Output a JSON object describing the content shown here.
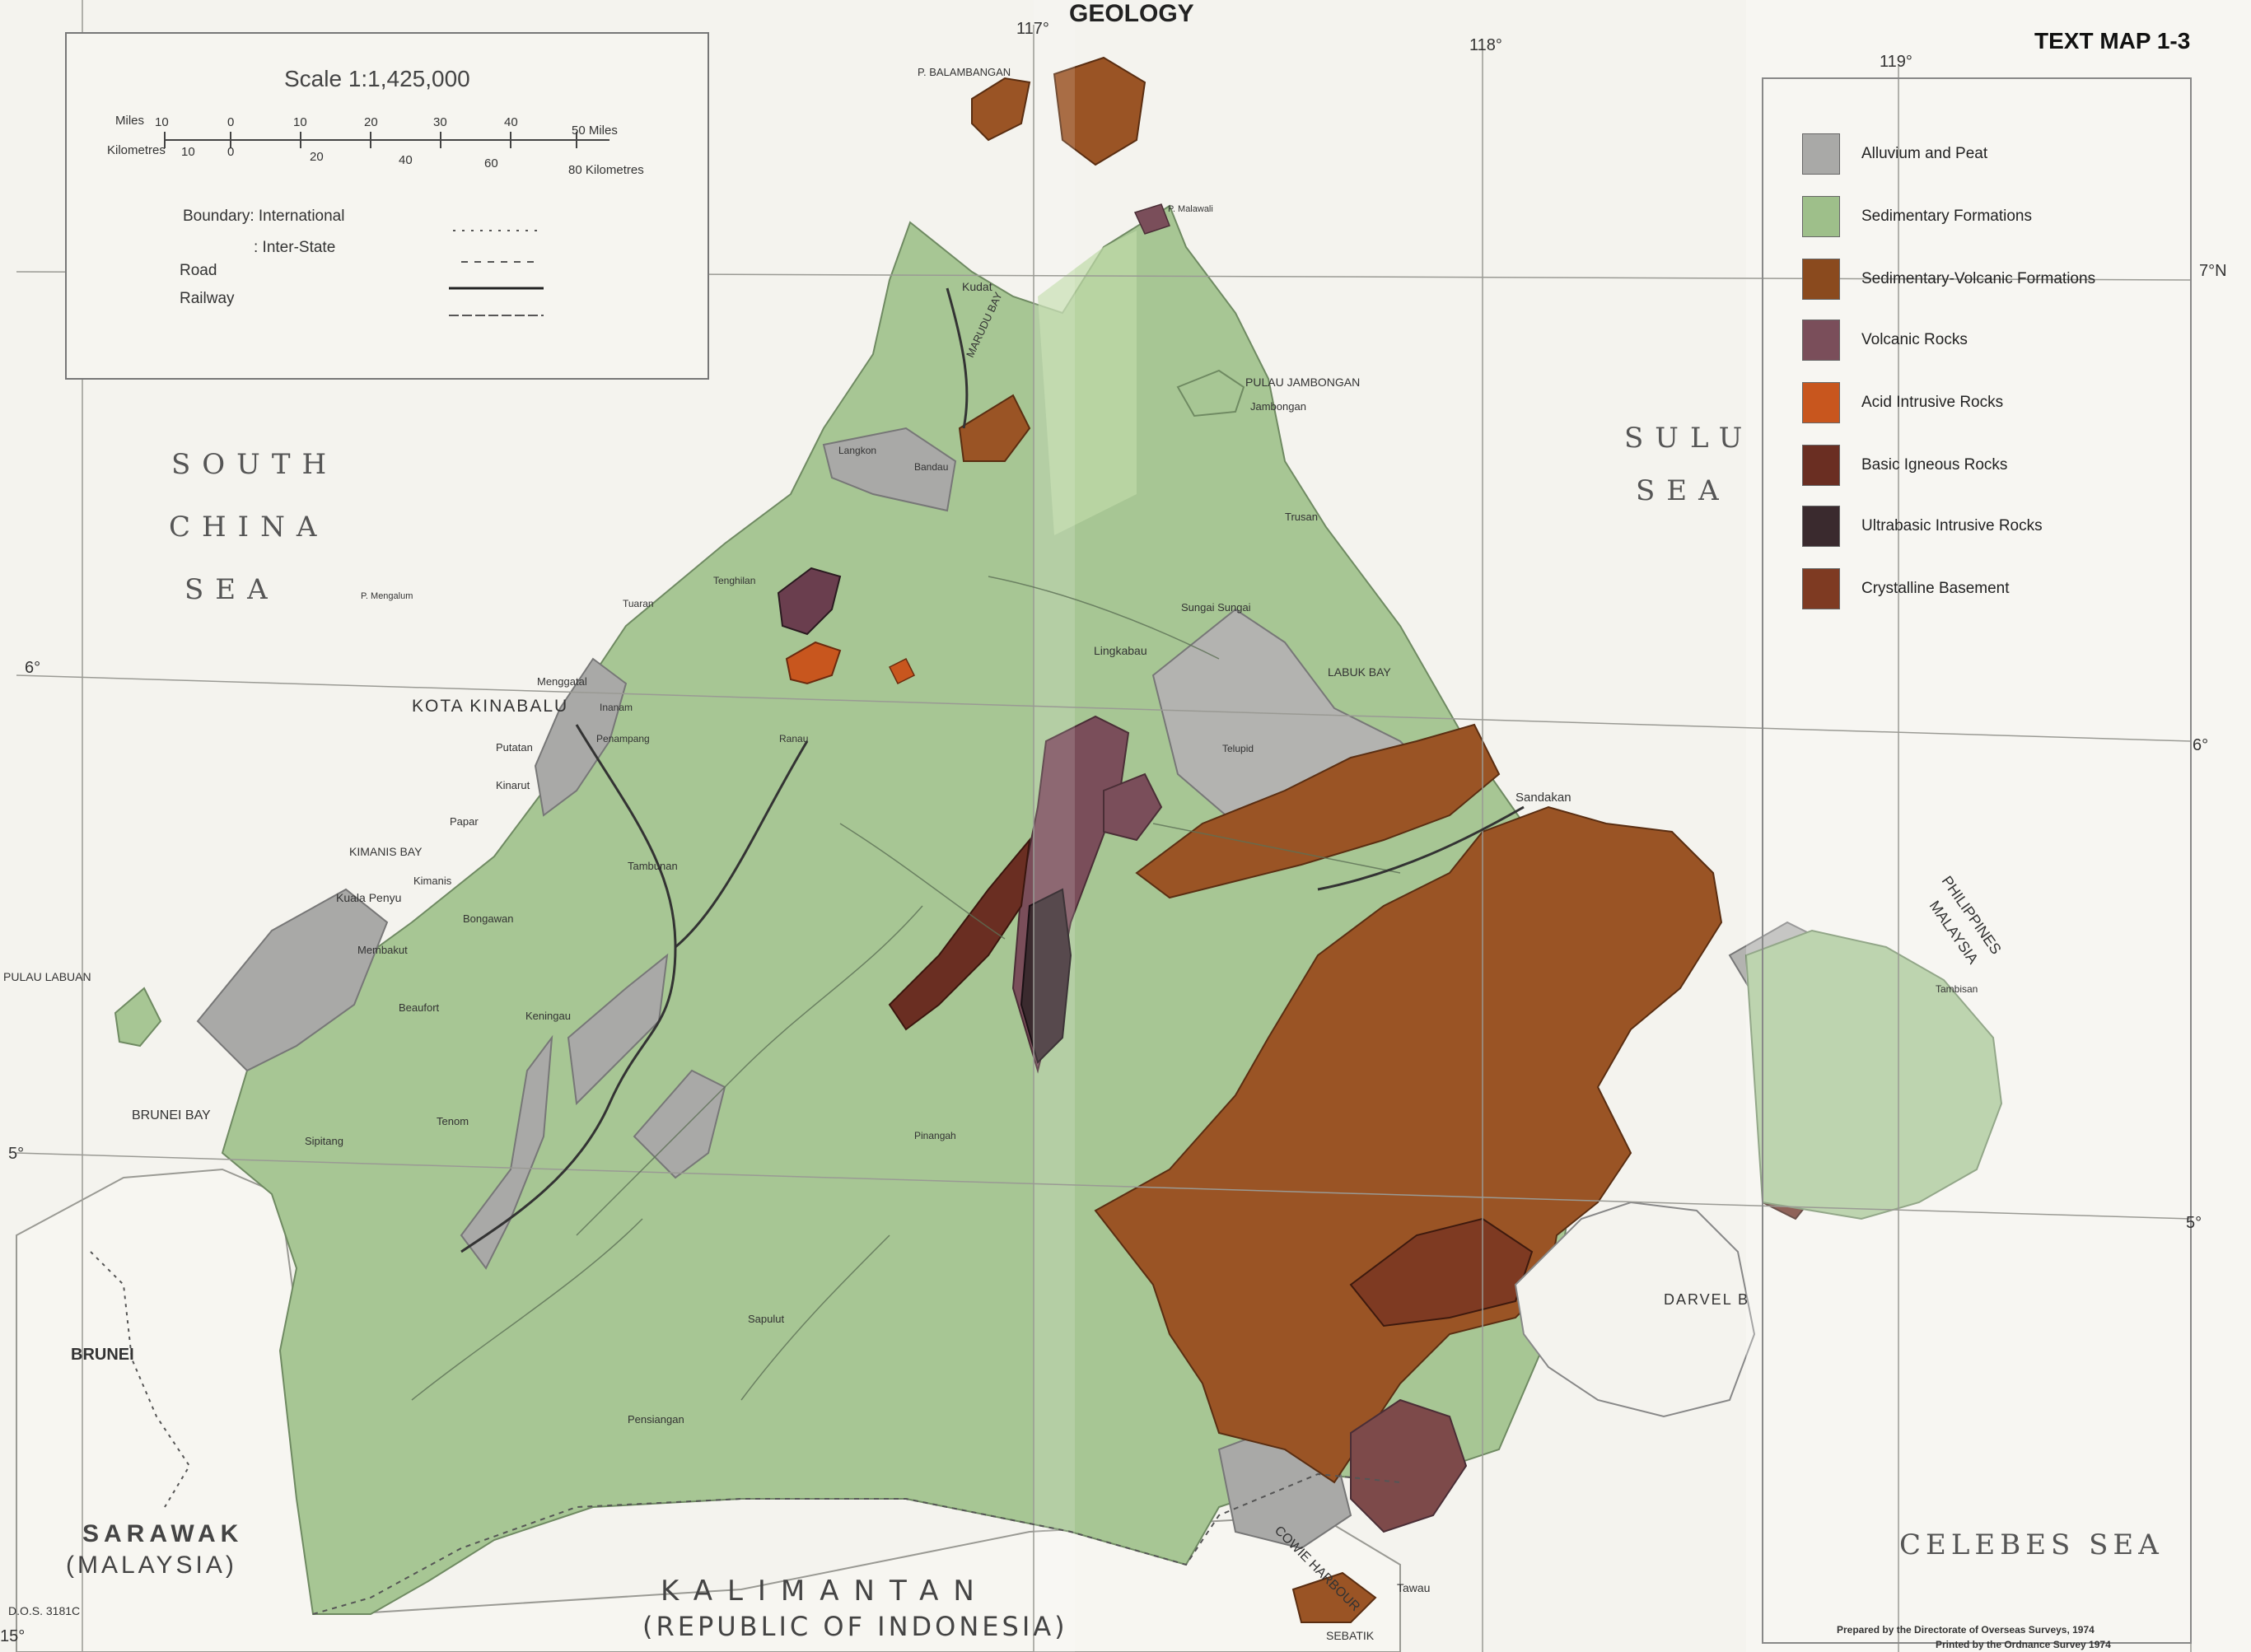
{
  "title": "GEOLOGY",
  "map_id": "TEXT MAP 1-3",
  "scale": {
    "label": "Scale 1:1,425,000",
    "miles_label": "Miles",
    "km_label": "Kilometres",
    "miles_ticks": [
      "10",
      "0",
      "10",
      "20",
      "30",
      "40",
      "50 Miles"
    ],
    "km_ticks": [
      "10",
      "0",
      "20",
      "40",
      "60",
      "80 Kilometres"
    ]
  },
  "boundary_legend": {
    "international": "Boundary: International",
    "inter_state": ": Inter-State",
    "road": "Road",
    "railway": "Railway"
  },
  "legend": [
    {
      "label": "Alluvium and Peat",
      "color": "#a9a9a7"
    },
    {
      "label": "Sedimentary Formations",
      "color": "#9ebf8a"
    },
    {
      "label": "Sedimentary-Volcanic Formations",
      "color": "#8a4a1e"
    },
    {
      "label": "Volcanic Rocks",
      "color": "#7a4e5a"
    },
    {
      "label": "Acid Intrusive Rocks",
      "color": "#c8561e"
    },
    {
      "label": "Basic Igneous Rocks",
      "color": "#6a2e22"
    },
    {
      "label": "Ultrabasic Intrusive Rocks",
      "color": "#3a2a2e"
    },
    {
      "label": "Crystalline Basement",
      "color": "#7e3a22"
    }
  ],
  "graticule": {
    "lon": [
      "117°",
      "118°",
      "119°"
    ],
    "lat_left": [
      "6°",
      "5°",
      "15°"
    ],
    "lat_right": [
      "7°N",
      "6°",
      "5°"
    ]
  },
  "seas": {
    "south_china_sea": [
      "SOUTH",
      "CHINA",
      "SEA"
    ],
    "sulu_sea": [
      "SULU",
      "SEA"
    ],
    "celebes_sea": "CELEBES SEA"
  },
  "regions": {
    "kalimantan": "KALIMANTAN",
    "kalimantan_sub": "(REPUBLIC OF INDONESIA)",
    "sarawak": "SARAWAK",
    "sarawak_sub": "(MALAYSIA)",
    "brunei": "BRUNEI",
    "philippines": "PHILIPPINES",
    "malaysia": "MALAYSIA"
  },
  "places": {
    "kota_kinabalu": "KOTA KINABALU",
    "kudat": "Kudat",
    "sandakan": "Sandakan",
    "tawau": "Tawau",
    "p_balambangan": "P. BALAMBANGAN",
    "pulau_jambongan": "PULAU JAMBONGAN",
    "jambongan": "Jambongan",
    "p_malawali": "P. Malawali",
    "marudu_bay": "MARUDU BAY",
    "labuk_bay": "LABUK BAY",
    "kimanis_bay": "KIMANIS BAY",
    "brunei_bay": "BRUNEI BAY",
    "pulau_labuan": "PULAU LABUAN",
    "darvel_bay": "DARVEL B",
    "cowie_harbour": "COWIE HARBOUR",
    "sebatik": "SEBATIK",
    "p_mengalum": "P. Mengalum",
    "tambisan": "Tambisan",
    "beaufort": "Beaufort",
    "keningau": "Keningau",
    "tenom": "Tenom",
    "sipitang": "Sipitang",
    "papar": "Papar",
    "kinarut": "Kinarut",
    "putatan": "Putatan",
    "menggatal": "Menggatal",
    "inanam": "Inanam",
    "penampang": "Penampang",
    "tambunan": "Tambunan",
    "ranau": "Ranau",
    "lingkabau": "Lingkabau",
    "sapulut": "Sapulut",
    "pensiangan": "Pensiangan",
    "pinangah": "Pinangah",
    "kimanis": "Kimanis",
    "kuala_penyu": "Kuala Penyu",
    "membakut": "Membakut",
    "bongawan": "Bongawan",
    "telupid": "Telupid",
    "trusan": "Trusan",
    "langkon": "Langkon",
    "bandau": "Bandau",
    "tenghilan": "Tenghilan",
    "sungai_sungai": "Sungai Sungai",
    "tuaran": "Tuaran"
  },
  "code": "D.O.S. 3181C",
  "credit_1": "Prepared by the Directorate of Overseas Surveys, 1974",
  "credit_2": "Printed by the Ordnance Survey 1974"
}
